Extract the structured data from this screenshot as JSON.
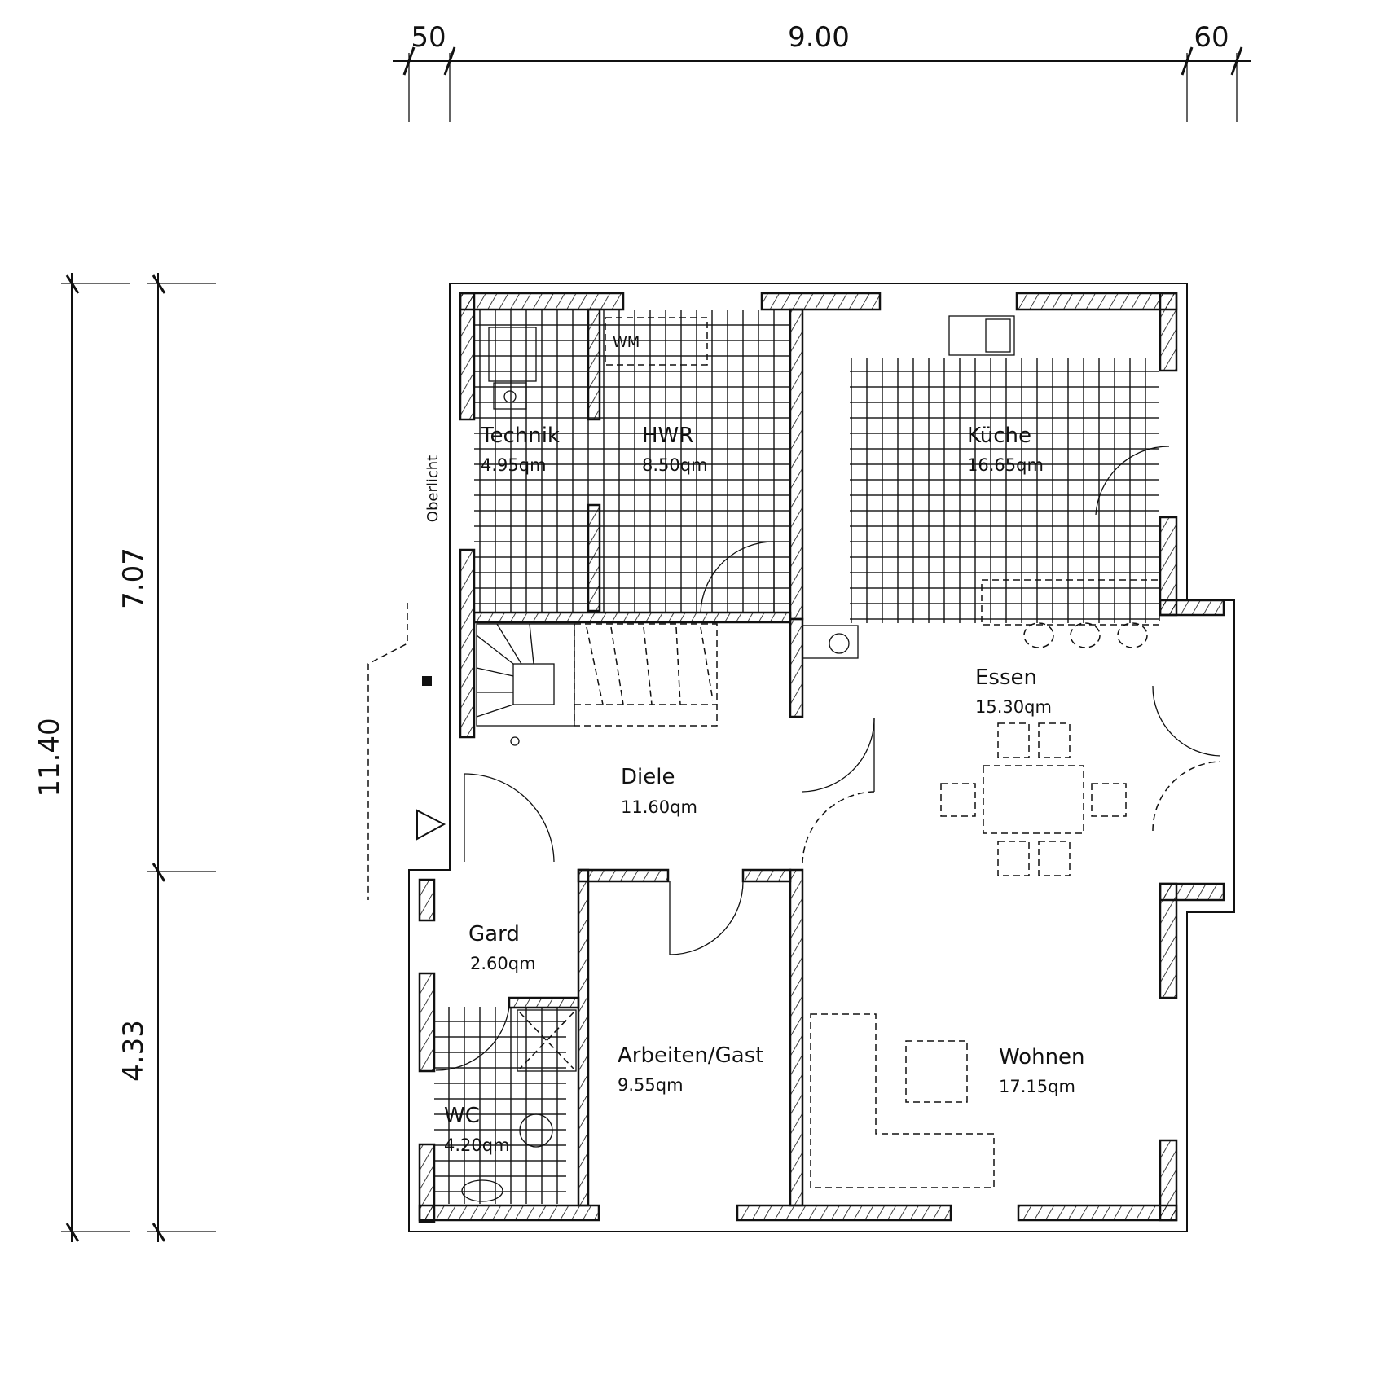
{
  "dimensions": {
    "top": [
      "50",
      "9.00",
      "60"
    ],
    "left_total": "11.40",
    "left_parts": [
      "7.07",
      "4.33"
    ]
  },
  "rooms": [
    {
      "name": "Technik",
      "area": "4.95qm"
    },
    {
      "name": "HWR",
      "area": "8.50qm"
    },
    {
      "name": "Küche",
      "area": "16.65qm"
    },
    {
      "name": "Essen",
      "area": "15.30qm"
    },
    {
      "name": "Diele",
      "area": "11.60qm"
    },
    {
      "name": "Gard",
      "area": "2.60qm"
    },
    {
      "name": "Arbeiten/Gast",
      "area": "9.55qm"
    },
    {
      "name": "Wohnen",
      "area": "17.15qm"
    },
    {
      "name": "WC",
      "area": "4.20qm"
    }
  ],
  "labels": {
    "skylight": "Oberlicht",
    "washing_machine": "WM"
  }
}
